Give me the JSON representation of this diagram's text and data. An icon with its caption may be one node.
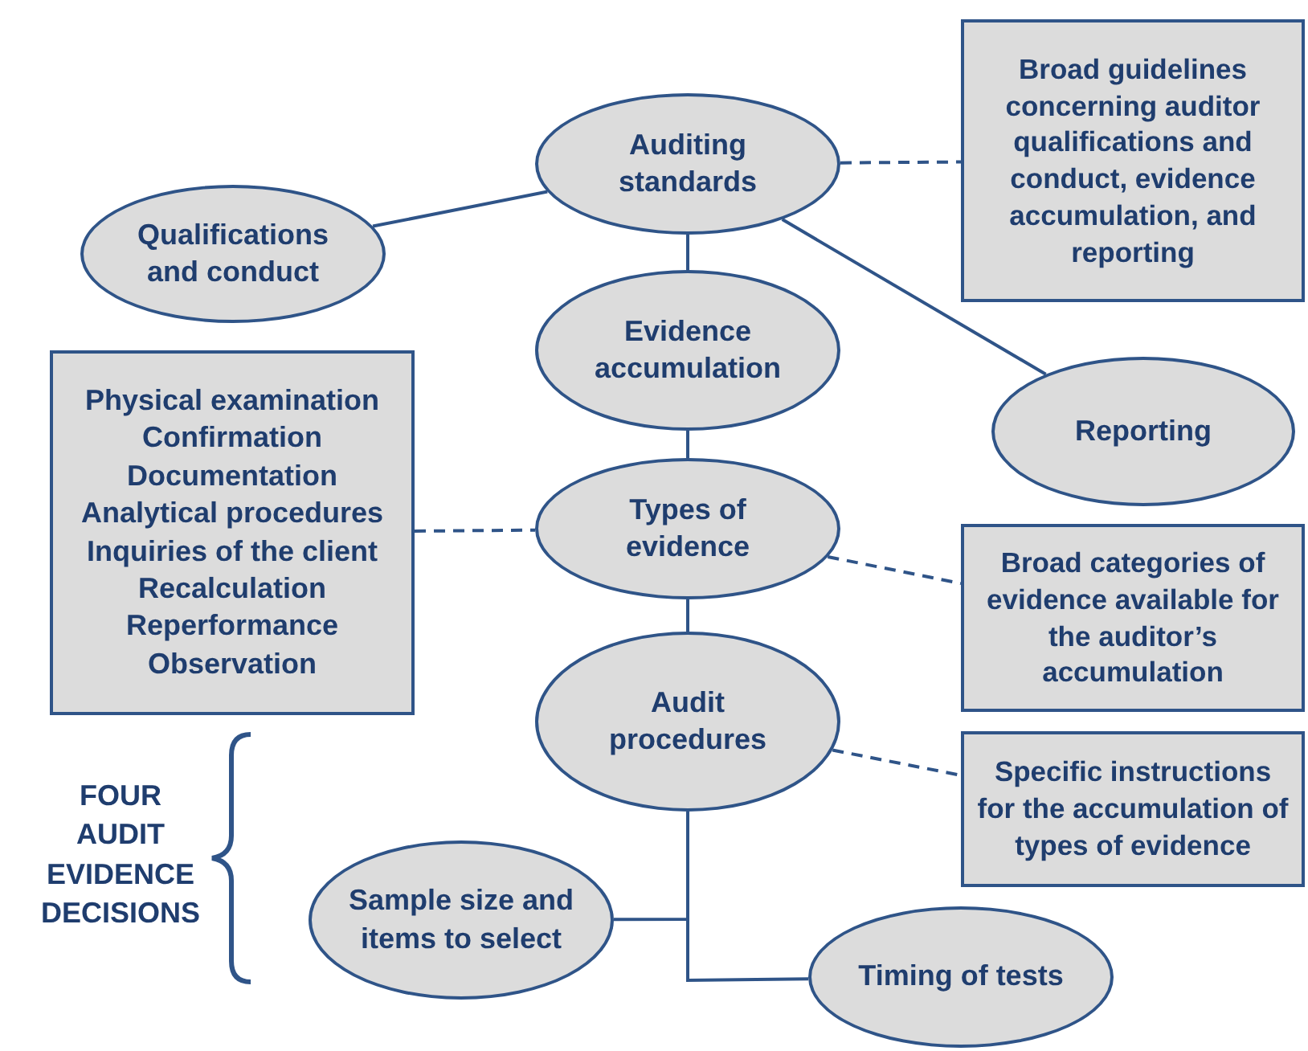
{
  "diagram": {
    "nodes": [
      {
        "text": [
          "Qualifications and conduct"
        ]
      },
      {
        "text": [
          "Auditing standards"
        ]
      },
      {
        "text": [
          "Broad guidelines concerning auditor qualifications and conduct, evidence accumulation, and reporting"
        ]
      },
      {
        "text": [
          "Evidence accumulation"
        ]
      },
      {
        "text": [
          "Reporting"
        ]
      },
      {
        "text": [
          "Physical examination",
          "Confirmation",
          "Documentation",
          "Analytical procedures",
          "Inquiries of the client",
          "Recalculation",
          "Reperformance",
          "Observation"
        ]
      },
      {
        "text": [
          "Types of evidence"
        ]
      },
      {
        "text": [
          "Broad categories of evidence available for the auditor’s accumulation"
        ]
      },
      {
        "text": [
          "Audit procedures"
        ]
      },
      {
        "text": [
          "Specific instructions for the accumulation of types of evidence"
        ]
      },
      {
        "text": [
          "Sample size and items to select"
        ]
      },
      {
        "text": [
          "Timing of tests"
        ]
      }
    ],
    "edges": [
      {
        "from": 0,
        "to": 1,
        "arrow": "none"
      },
      {
        "from": 1,
        "to": 2,
        "arrow": "none",
        "style": "dashed"
      },
      {
        "from": 1,
        "to": 3,
        "arrow": "none"
      },
      {
        "from": 1,
        "to": 4,
        "arrow": "none"
      },
      {
        "from": 3,
        "to": 6,
        "arrow": "none"
      },
      {
        "from": 5,
        "to": 6,
        "arrow": "none",
        "style": "dashed"
      },
      {
        "from": 6,
        "to": 7,
        "arrow": "none",
        "style": "dashed"
      },
      {
        "from": 6,
        "to": 8,
        "arrow": "none"
      },
      {
        "from": 8,
        "to": 9,
        "arrow": "none",
        "style": "dashed"
      },
      {
        "from": 8,
        "to": 10,
        "arrow": "none"
      },
      {
        "from": 8,
        "to": 11,
        "arrow": "none"
      }
    ],
    "labels": [
      "FOUR AUDIT EVIDENCE DECISIONS"
    ]
  }
}
